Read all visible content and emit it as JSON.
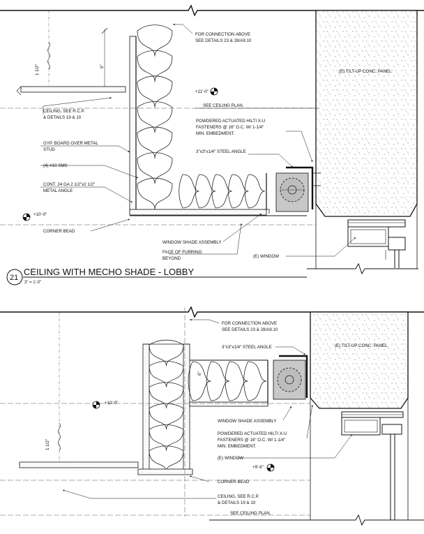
{
  "detail_21": {
    "number": "21",
    "title": "CEILING WITH MECHO SHADE - LOBBY",
    "scale": "3\" = 1'-0\"",
    "notes": {
      "connection_above_1": "FOR CONNECTION ABOVE",
      "connection_above_2": "SEE DETAILS 23 & 28/A9.10",
      "panel": "(E) TILT-UP CONC. PANEL",
      "elevation_top": "+11'-0\"",
      "see_ceiling_plan": "SEE CEILING PLAN.",
      "ceiling_1": "CEILING, SEE R.C.P.",
      "ceiling_2": "& DETAILS 19 & 10",
      "hilti_1": "POWDERED ACTUATED HILTI X-U",
      "hilti_2": "FASTENERS @ 16\" O.C. W/ 1-1/4\"",
      "hilti_3": "MIN. EMBEDMENT.",
      "gyp_1": "GYP. BOARD OVER METAL",
      "gyp_2": "STUD",
      "angle": "3\"x3\"x1/4\" STEEL ANGLE",
      "sms": "(4) #10 SMS",
      "cont_1": "CONT. 24 GA 2 1/2\"x2 1/2\"",
      "cont_2": "METAL ANGLE",
      "elevation_bottom": "+10'-0\"",
      "corner_bead": "CORNER BEAD",
      "shade": "WINDOW SHADE ASSEMBLY",
      "furring_1": "FACE OF FURRING",
      "furring_2": "BEYOND",
      "window": "(E) WINDOW",
      "dim_6": "6\"",
      "dim_1_5": "1 1/2\""
    }
  },
  "detail_lower": {
    "notes": {
      "connection_above_1": "FOR CONNECTION ABOVE",
      "connection_above_2": "SEE DETAILS 23 & 28/A9.10",
      "angle": "3\"x3\"x1/4\" STEEL ANGLE",
      "panel": "(E) TILT-UP CONC. PANEL",
      "elevation_top": "+10'-0\"",
      "shade": "WINDOW SHADE ASSEMBLY",
      "hilti_1": "POWDERED ACTUATED HILTI X-U",
      "hilti_2": "FASTENERS @ 16\" O.C. W/ 1-1/4\"",
      "hilti_3": "MIN. EMBEDMENT.",
      "window": "(E) WINDOW",
      "elevation_bottom": "+9'-6\"",
      "corner_bead": "CORNER BEAD",
      "ceiling_1": "CEILING, SEE R.C.P.",
      "ceiling_2": "& DETAILS 19 & 10",
      "see_ceiling_plan": "SEE CEILING PLAN.",
      "dim_6": "6\"",
      "dim_1_5": "1 1/2\""
    }
  }
}
